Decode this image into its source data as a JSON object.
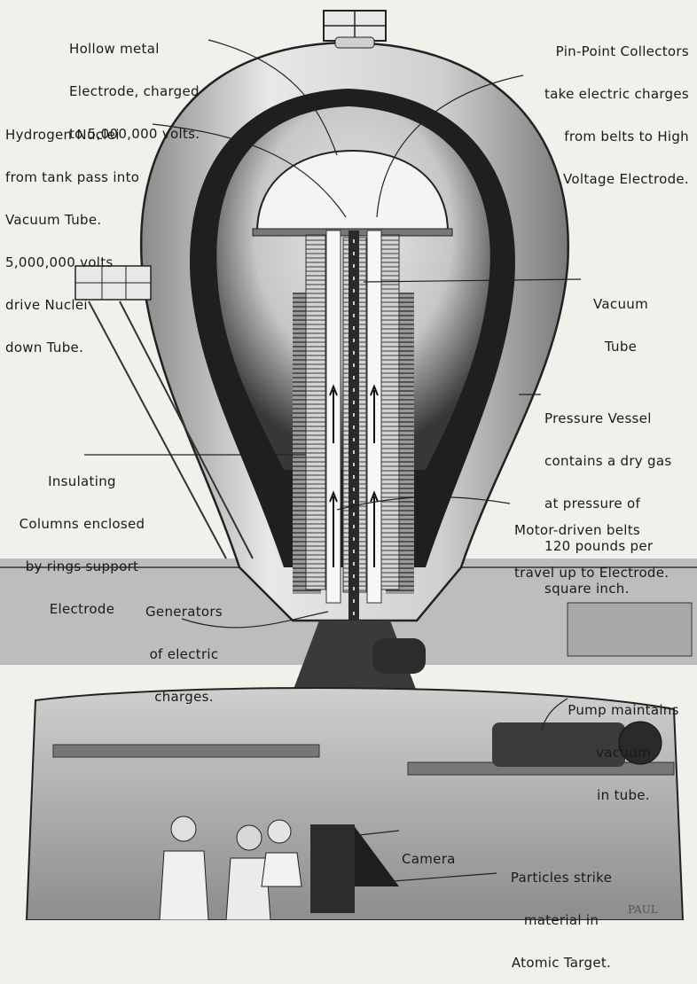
{
  "labels": {
    "hollow_electrode": [
      "Hollow metal",
      "Electrode, charged",
      "to 5,000,000 volts."
    ],
    "pin_point": [
      "Pin-Point Collectors",
      "take electric charges",
      "from belts to High",
      "Voltage Electrode."
    ],
    "hydrogen": [
      "Hydrogen Nuclei",
      "from tank pass into",
      "Vacuum Tube.",
      "5,000,000 volts",
      "drive Nuclei",
      "down Tube."
    ],
    "vacuum_tube": [
      "Vacuum",
      "Tube"
    ],
    "pressure_vessel": [
      "Pressure Vessel",
      "contains a dry gas",
      "at pressure of",
      "120 pounds per",
      "square inch."
    ],
    "insulating": [
      "Insulating",
      "Columns enclosed",
      "by rings support",
      "Electrode"
    ],
    "motor_belts": [
      "Motor-driven belts",
      "travel up to Electrode."
    ],
    "generators": [
      "Generators",
      "of electric",
      "charges."
    ],
    "pump": [
      "Pump maintains",
      "vacuum",
      "in tube."
    ],
    "camera": [
      "Camera"
    ],
    "particles": [
      "Particles strike",
      "material in",
      "Atomic Target."
    ]
  },
  "signature": "PAUL"
}
